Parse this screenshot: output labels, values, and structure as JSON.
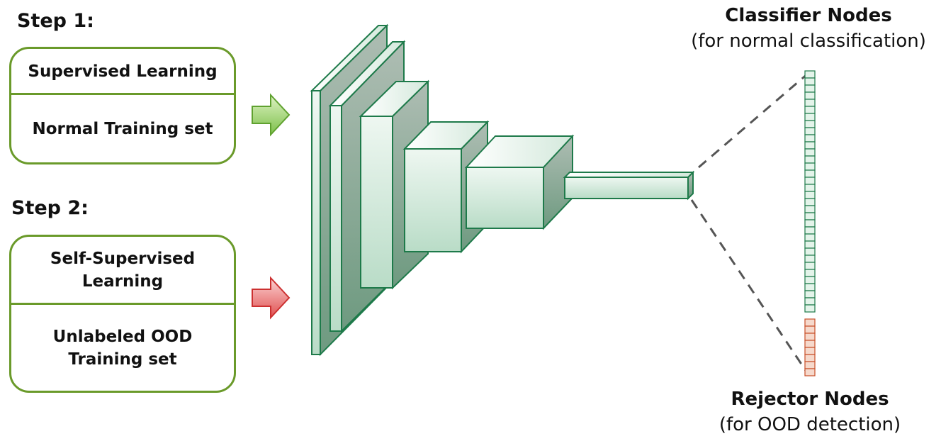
{
  "step1": {
    "label": "Step 1:",
    "top": "Supervised Learning",
    "bottom": "Normal Training set"
  },
  "step2": {
    "label": "Step 2:",
    "top_line1": "Self-Supervised",
    "top_line2": "Learning",
    "bottom_line1": "Unlabeled OOD",
    "bottom_line2": "Training set"
  },
  "classifier": {
    "title": "Classifier Nodes",
    "subtitle": "(for normal classification)"
  },
  "rejector": {
    "title": "Rejector Nodes",
    "subtitle": "(for OOD detection)"
  },
  "colors": {
    "green_border": "#6a9a2a",
    "layer_stroke": "#1e7a4a",
    "arrow_green": "#7cc04a",
    "arrow_red": "#e05050",
    "rejector": "#c8502a"
  }
}
